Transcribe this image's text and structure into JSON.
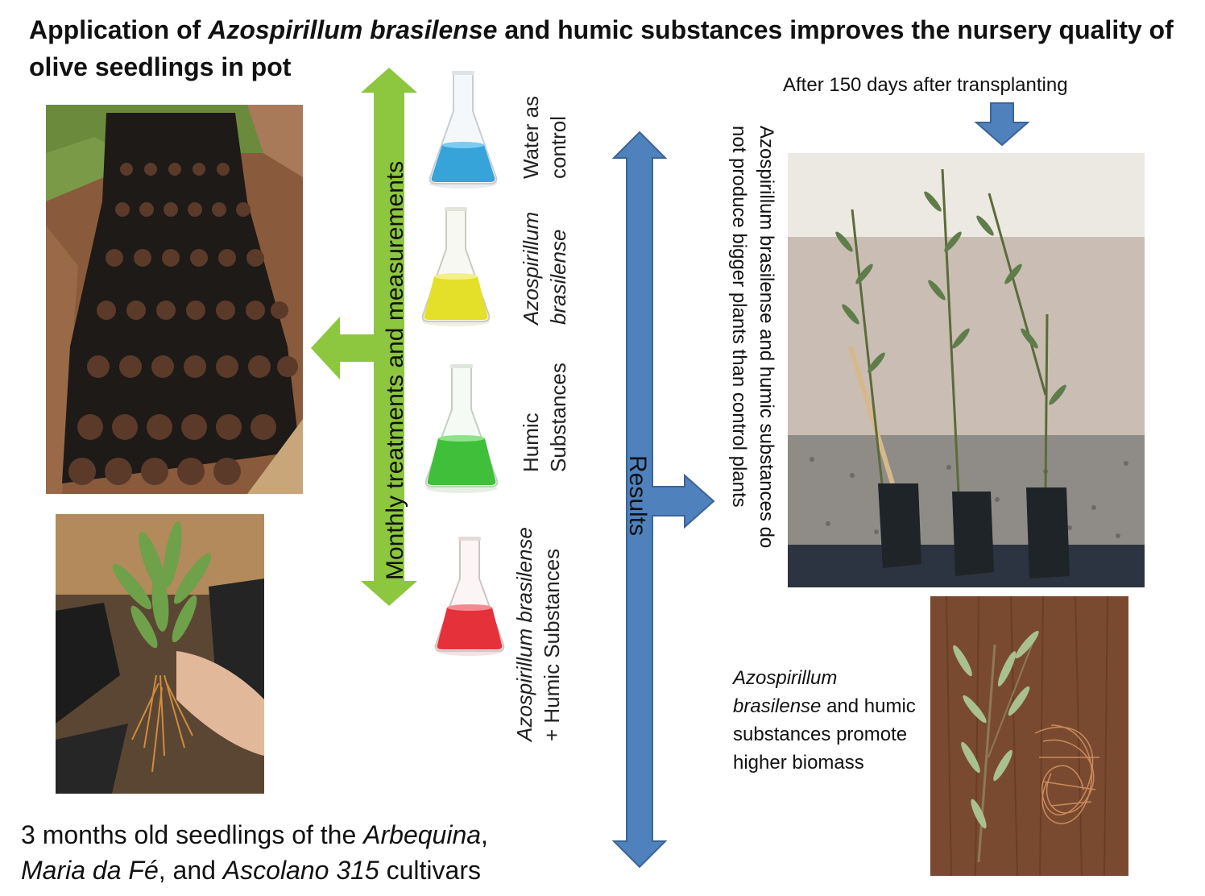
{
  "title": {
    "part1": "Application of ",
    "part2_italic": "Azospirillum brasilense",
    "part3": " and humic substances improves the nursery quality of olive seedlings in pot"
  },
  "left_arrow": {
    "label": "Monthly treatments and measurements",
    "color": "#8dc63f"
  },
  "treatments": [
    {
      "line1": "Water as",
      "line2": "control",
      "liquid_color": "#36a3d9"
    },
    {
      "line1": "Azospirillum",
      "line2": "brasilense",
      "liquid_color": "#e4e02a"
    },
    {
      "line1": "Humic",
      "line2": "Substances",
      "liquid_color": "#3fbf3a"
    },
    {
      "line1": "Azospirillum brasilense",
      "line2": "+ Humic Substances",
      "liquid_color": "#e5313a"
    }
  ],
  "results_arrow": {
    "label": "Results",
    "color": "#4f81bd"
  },
  "timing": {
    "label": "After 150 days after transplanting"
  },
  "finding_height": {
    "line1": "Azospirillum brasilense and humic substances do",
    "line2": "not produce bigger plants than control plants"
  },
  "finding_biomass": {
    "italic1": "Azospirillum",
    "italic2": "brasilense",
    "rest": " and humic substances promote higher biomass"
  },
  "seedlings_caption": {
    "part1": "3 months old seedlings of the ",
    "arbequina": "Arbequina",
    "comma1": ",",
    "maria": "Maria da Fé",
    "part2": ", and ",
    "ascolano": "Ascolano 315",
    "part3": " cultivars"
  },
  "photos": [
    {
      "name": "nursery-trays-photo"
    },
    {
      "name": "seedling-roots-photo"
    },
    {
      "name": "three-plants-photo"
    },
    {
      "name": "biomass-photo"
    }
  ]
}
